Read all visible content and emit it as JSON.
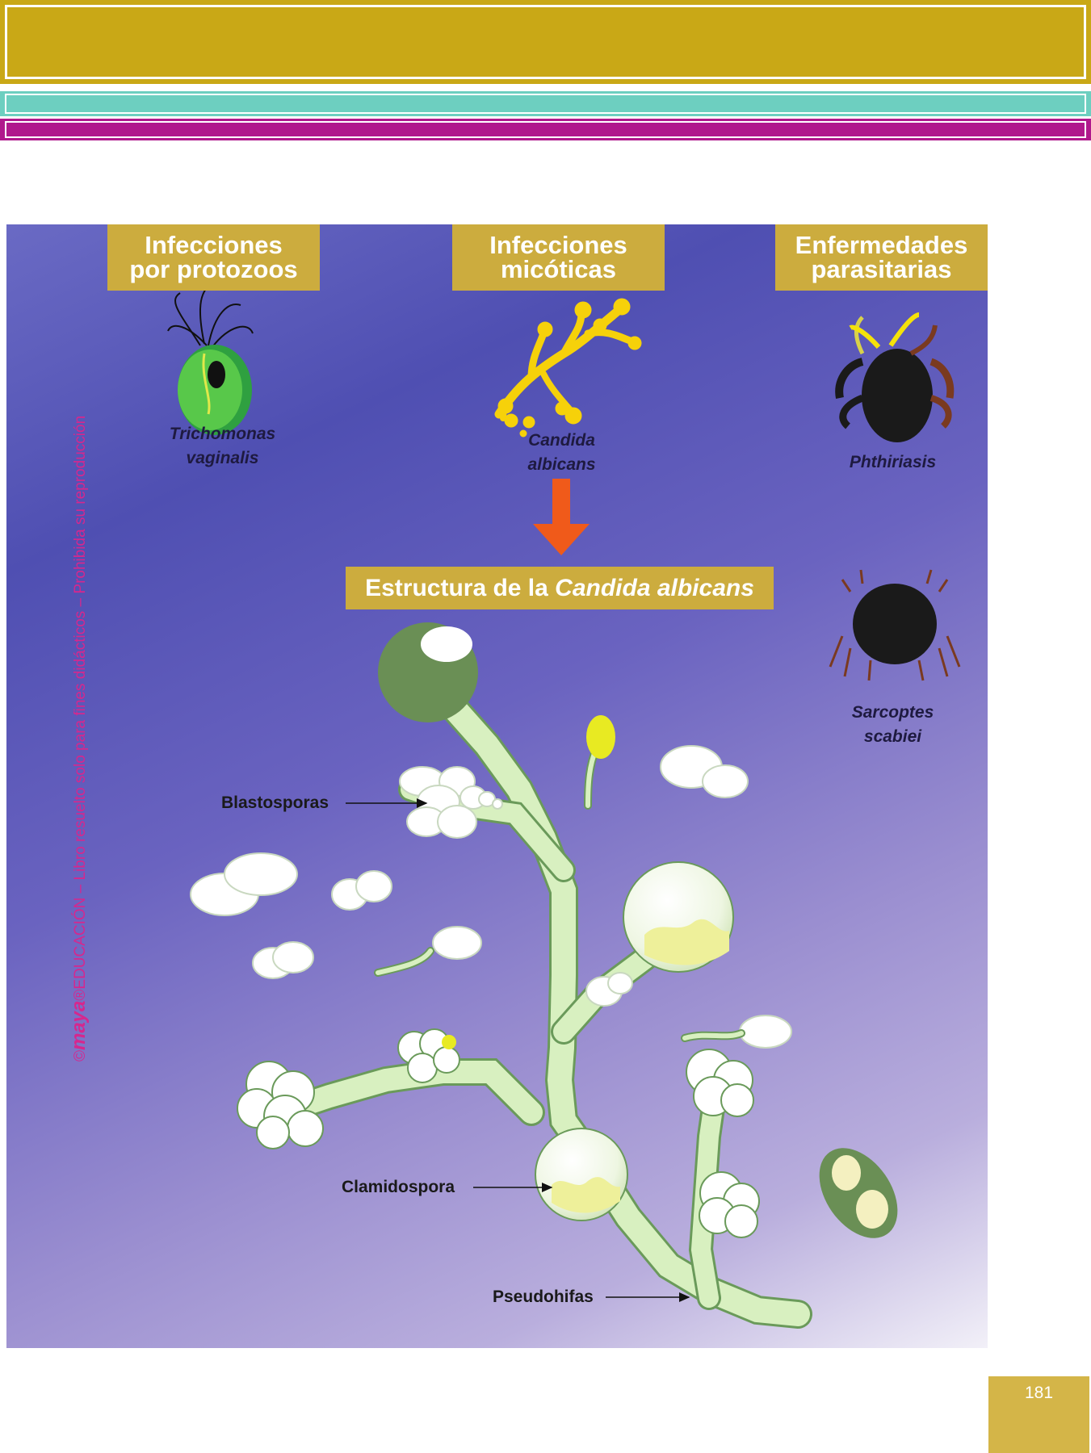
{
  "header": {
    "colors": {
      "gold": "#c9a816",
      "teal": "#6dcfc0",
      "magenta": "#b0188c"
    }
  },
  "categories": [
    {
      "line1": "Infecciones",
      "line2": "por protozoos"
    },
    {
      "line1": "Infecciones",
      "line2": "micóticas"
    },
    {
      "line1": "Enfermedades",
      "line2": "parasitarias"
    }
  ],
  "species": {
    "trichomonas": {
      "line1": "Trichomonas",
      "line2": "vaginalis",
      "icon": "trichomonas-icon"
    },
    "candida": {
      "line1": "Candida",
      "line2": "albicans",
      "icon": "candida-icon"
    },
    "phthiriasis": {
      "line1": "Phthiriasis",
      "icon": "louse-icon"
    },
    "sarcoptes": {
      "line1": "Sarcoptes",
      "line2": "scabiei",
      "icon": "mite-icon"
    }
  },
  "structure_title": {
    "prefix": "Estructura de la ",
    "italic": "Candida albicans"
  },
  "labels": {
    "blastosporas": "Blastosporas",
    "clamidospora": "Clamidospora",
    "pseudohifas": "Pseudohifas"
  },
  "watermark": {
    "copyright": "©",
    "brand": "maya",
    "registered": "®",
    "text": "EDUCACIÓN – Libro resuelto solo para fines didácticos – Prohibida su reproducción"
  },
  "page_number": "181",
  "colors": {
    "accent_box": "#ccac3e",
    "arrow": "#f05a1a",
    "hypha": "#d8f0c0",
    "hypha_border": "#6a9a5a"
  }
}
